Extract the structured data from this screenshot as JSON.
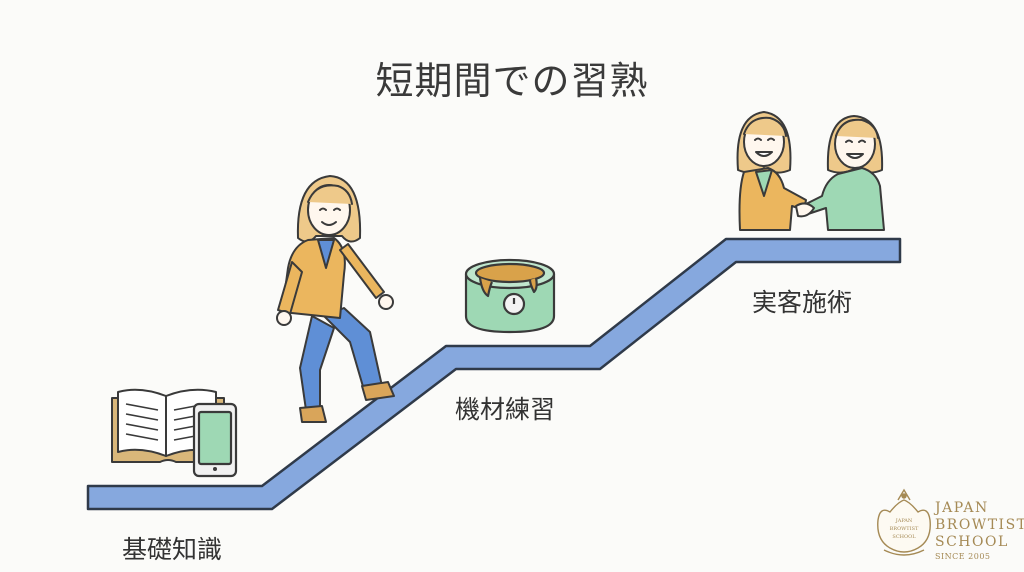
{
  "title": "短期間での習熟",
  "steps": [
    {
      "label": "基礎知識"
    },
    {
      "label": "機材練習"
    },
    {
      "label": "実客施術"
    }
  ],
  "icons": [
    "book-icon",
    "smartphone-icon",
    "walking-woman-icon",
    "wax-warmer-icon",
    "handshake-women-icon",
    "school-crest-icon"
  ],
  "logo": {
    "line1": "JAPAN",
    "line2": "BROWTIST",
    "line3": "SCHOOL",
    "since": "SINCE 2005",
    "crest_text": "JAPAN BROWTIST SCHOOL"
  },
  "colors": {
    "stair": "#86a8de",
    "stair_outline": "#2f3a4a",
    "jacket": "#ebb65e",
    "green": "#9ed8b4",
    "gold": "#a58a55"
  }
}
